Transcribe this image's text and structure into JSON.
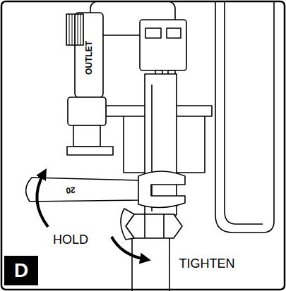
{
  "diagram": {
    "nodes": [
      {
        "text": [
          "D"
        ]
      }
    ],
    "labels": [
      "OUTLET",
      "20",
      "HOLD",
      "TIGHTEN"
    ]
  }
}
